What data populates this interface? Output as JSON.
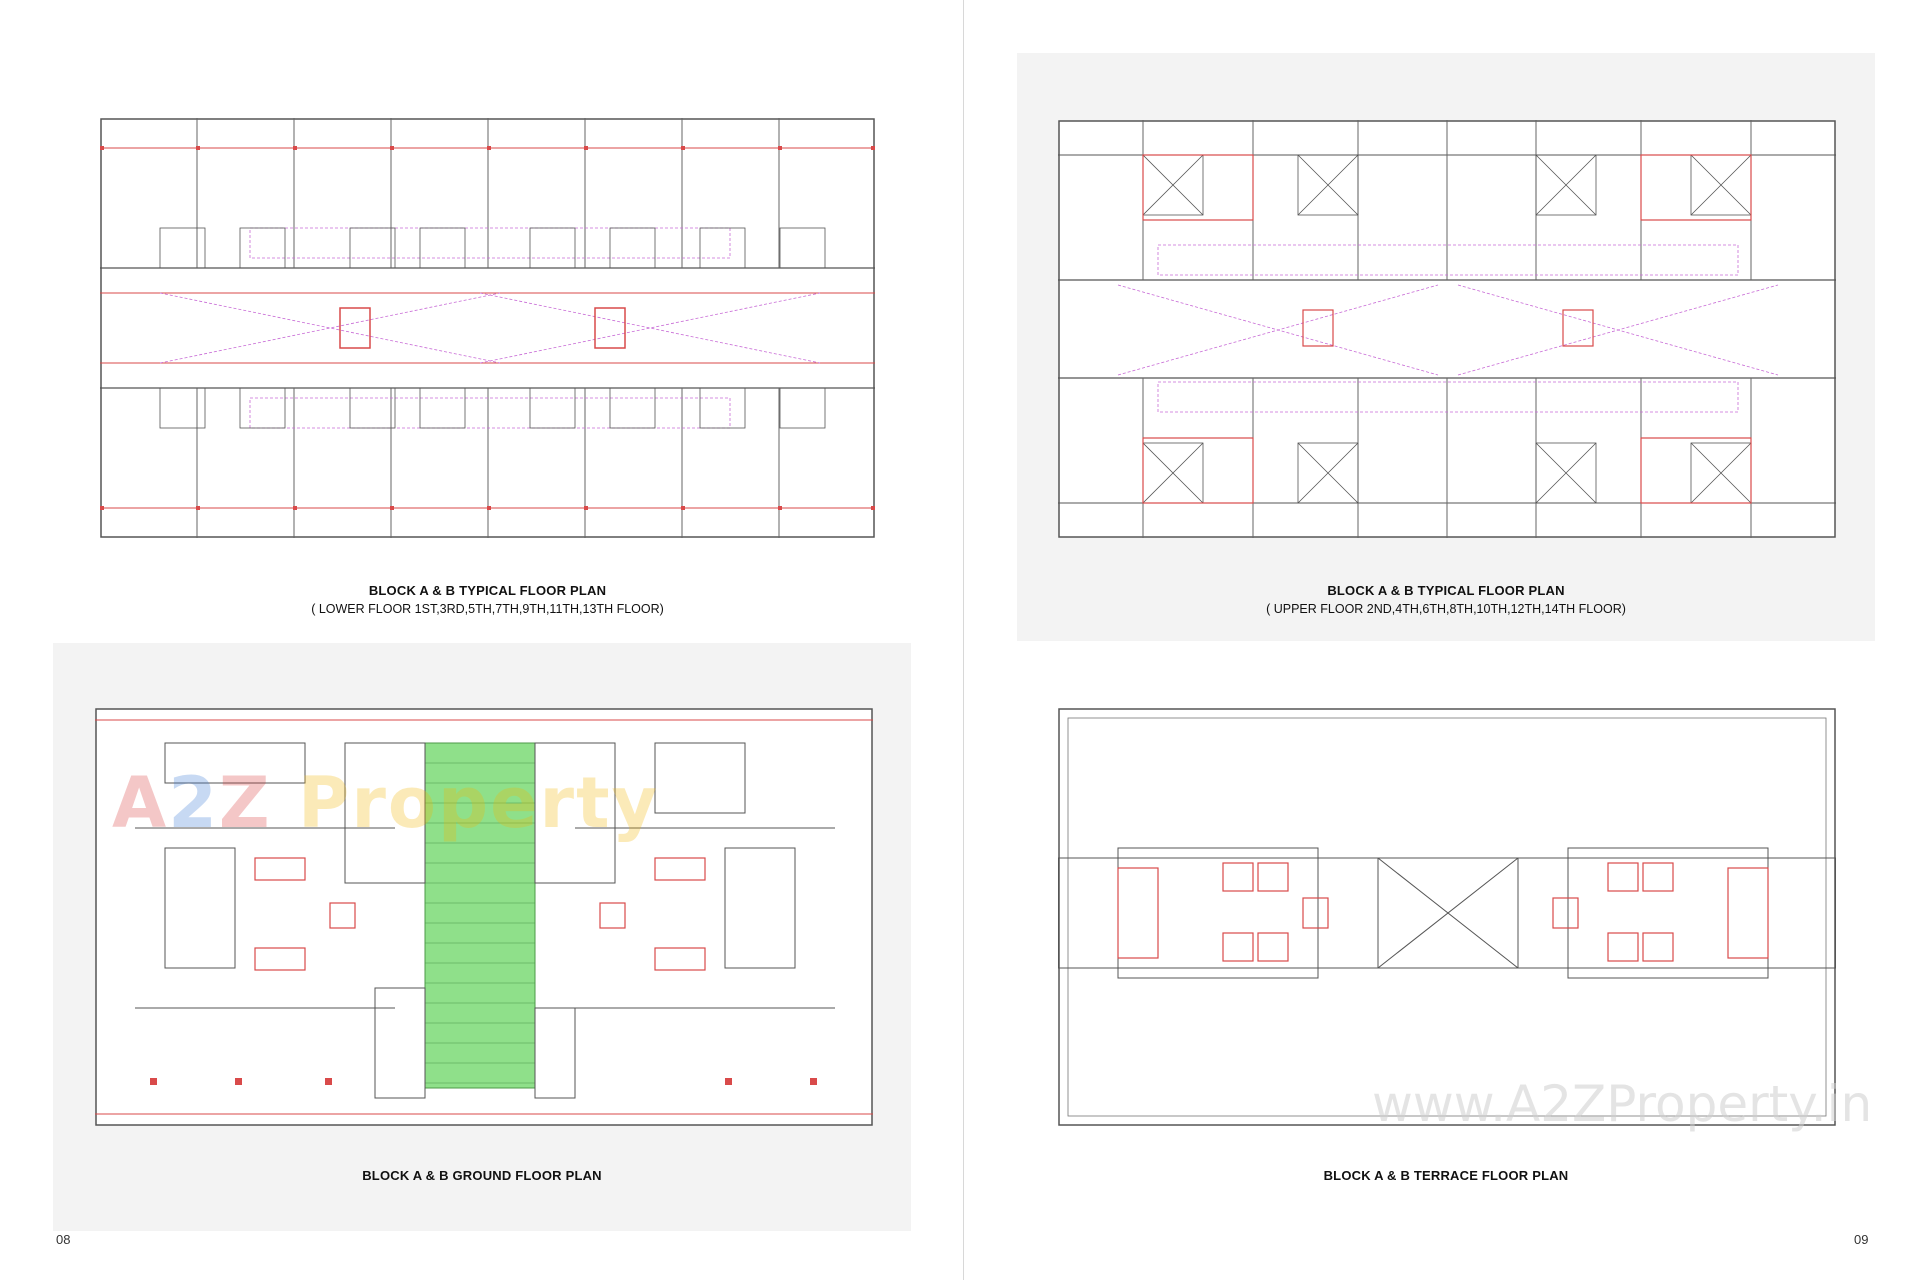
{
  "pages": {
    "left_number": "08",
    "right_number": "09"
  },
  "plans": {
    "lower_floor": {
      "title": "BLOCK A & B TYPICAL FLOOR PLAN",
      "subtitle": "( LOWER FLOOR 1ST,3RD,5TH,7TH,9TH,11TH,13TH FLOOR)"
    },
    "upper_floor": {
      "title": "BLOCK A & B TYPICAL FLOOR PLAN",
      "subtitle": "( UPPER FLOOR 2ND,4TH,6TH,8TH,10TH,12TH,14TH FLOOR)"
    },
    "ground_floor": {
      "title": "BLOCK A & B GROUND FLOOR PLAN"
    },
    "terrace_floor": {
      "title": "BLOCK A & B TERRACE FLOOR PLAN"
    }
  },
  "watermarks": {
    "logo_parts": [
      "A",
      "2",
      "Z",
      " Property"
    ],
    "url": "www.A2ZProperty.in"
  },
  "colors": {
    "wall": "#555555",
    "column": "#d94a4a",
    "annotation": "#c86bd6",
    "ramp": "#8fe08a"
  }
}
